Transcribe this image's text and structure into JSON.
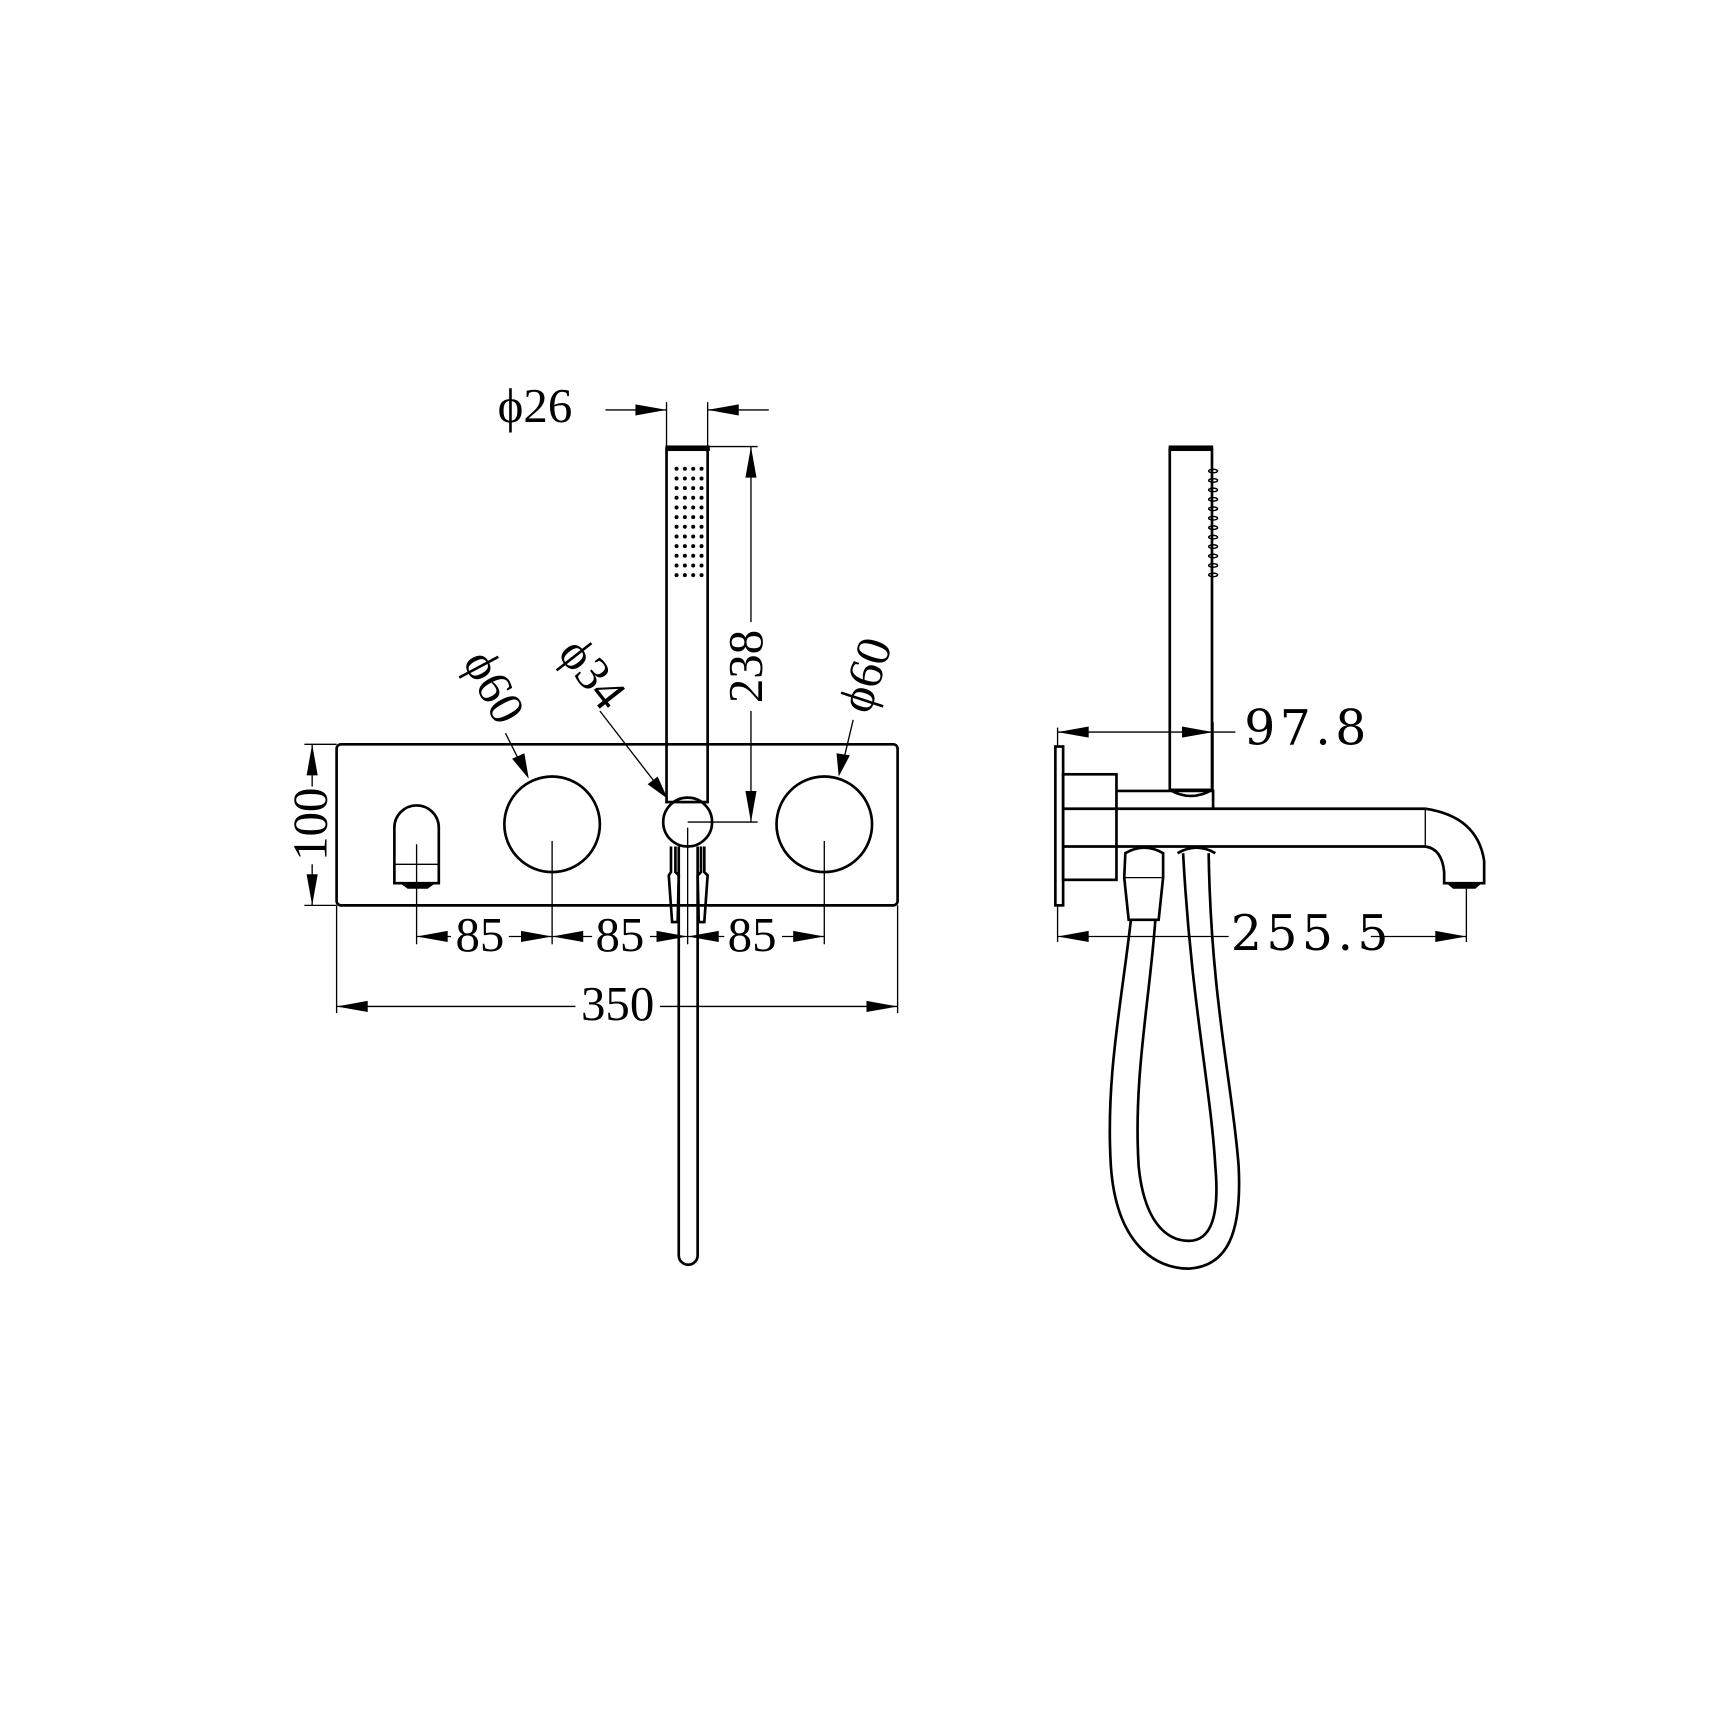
{
  "drawing": {
    "front_view": {
      "dims": {
        "handshower_diameter": "ϕ26",
        "handshower_length": "238",
        "plate_height": "100",
        "spacing_1": "85",
        "spacing_2": "85",
        "spacing_3": "85",
        "plate_width": "350",
        "left_handle_diameter": "ϕ60",
        "holder_diameter": "ϕ34",
        "right_handle_diameter": "ϕ60"
      }
    },
    "side_view": {
      "dims": {
        "handshower_projection": "97.8",
        "spout_projection": "255.5"
      }
    },
    "line_color": "#000000",
    "background": "#ffffff"
  }
}
